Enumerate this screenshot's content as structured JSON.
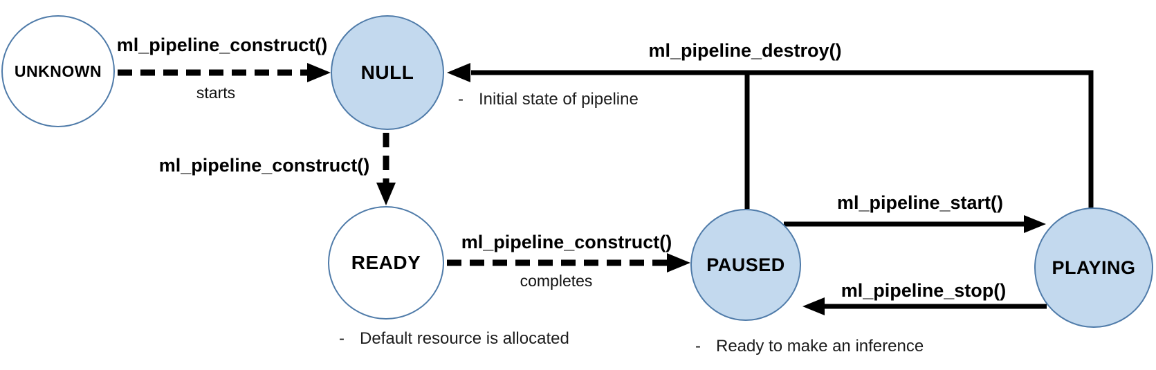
{
  "states": [
    {
      "id": "unknown",
      "label": "UNKNOWN"
    },
    {
      "id": "null",
      "label": "NULL"
    },
    {
      "id": "ready",
      "label": "READY"
    },
    {
      "id": "paused",
      "label": "PAUSED"
    },
    {
      "id": "playing",
      "label": "PLAYING"
    }
  ],
  "transitions": [
    {
      "from": "UNKNOWN",
      "to": "NULL",
      "label": "ml_pipeline_construct()",
      "sublabel": "starts",
      "style": "dashed"
    },
    {
      "from": "NULL",
      "to": "READY",
      "label": "ml_pipeline_construct()",
      "sublabel": "",
      "style": "dashed"
    },
    {
      "from": "READY",
      "to": "PAUSED",
      "label": "ml_pipeline_construct()",
      "sublabel": "completes",
      "style": "dashed"
    },
    {
      "from": "PAUSED",
      "to": "PLAYING",
      "label": "ml_pipeline_start()",
      "sublabel": "",
      "style": "solid"
    },
    {
      "from": "PLAYING",
      "to": "PAUSED",
      "label": "ml_pipeline_stop()",
      "sublabel": "",
      "style": "solid"
    },
    {
      "from": "PAUSED, PLAYING",
      "to": "NULL",
      "label": "ml_pipeline_destroy()",
      "sublabel": "",
      "style": "solid"
    }
  ],
  "notes": [
    {
      "for": "NULL",
      "bullet": "-",
      "text": "Initial state of pipeline"
    },
    {
      "for": "READY",
      "bullet": "-",
      "text": "Default resource is allocated"
    },
    {
      "for": "PAUSED",
      "bullet": "-",
      "text": "Ready to make an inference"
    }
  ],
  "colors": {
    "state_fill": "#c3d9ee",
    "state_border": "#4f7ba9",
    "arrow": "#000000"
  }
}
